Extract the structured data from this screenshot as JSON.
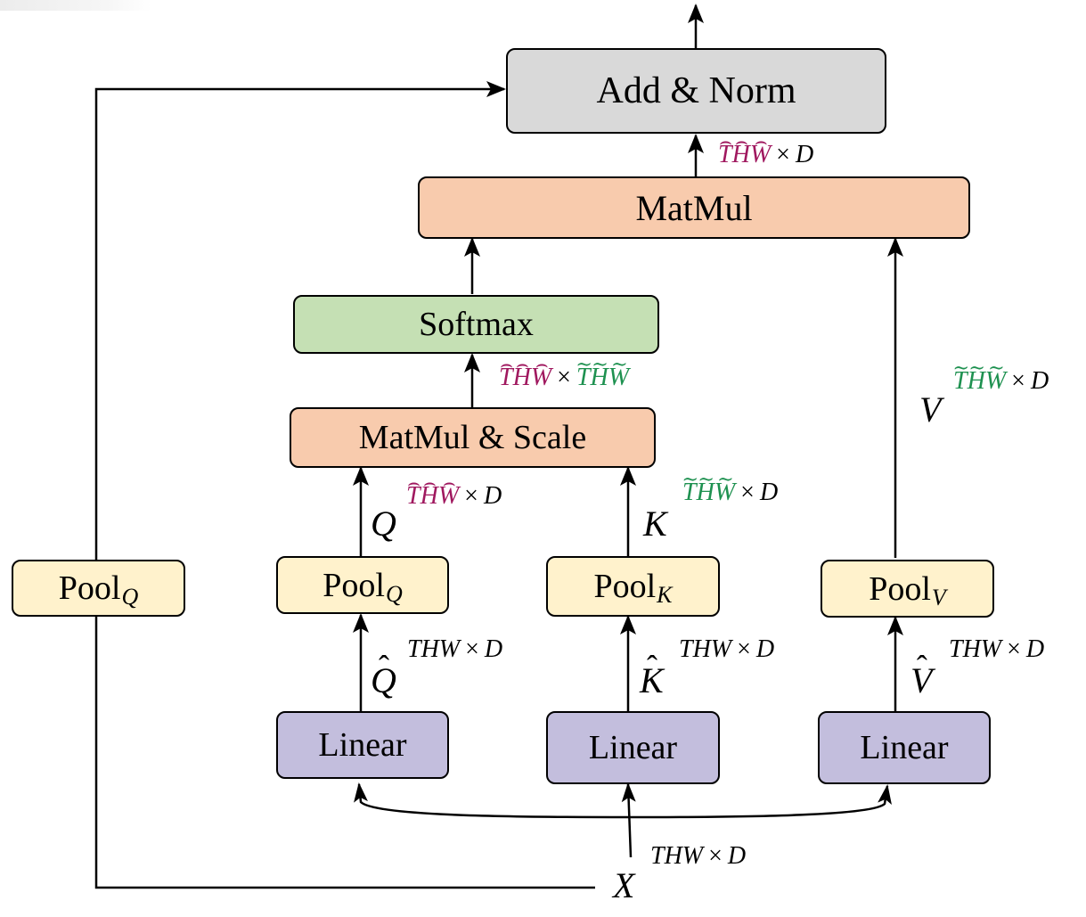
{
  "colors": {
    "add_norm": "#d9d9d9",
    "matmul": "#f8cbad",
    "softmax": "#c5e0b4",
    "pool": "#fff2cc",
    "linear": "#c3bedd",
    "pooled_q_dims": "#a0185f",
    "pooled_kv_dims": "#1e9150"
  },
  "boxes": {
    "add_norm": "Add & Norm",
    "matmul": "MatMul",
    "softmax": "Softmax",
    "matmul_scale": "MatMul & Scale",
    "pool_residual": {
      "base": "Pool",
      "sub": "Q"
    },
    "pool_q": {
      "base": "Pool",
      "sub": "Q"
    },
    "pool_k": {
      "base": "Pool",
      "sub": "K"
    },
    "pool_v": {
      "base": "Pool",
      "sub": "V"
    },
    "linear_q": "Linear",
    "linear_k": "Linear",
    "linear_v": "Linear"
  },
  "labels": {
    "output_dims": {
      "pooled": [
        "T",
        "H",
        "W"
      ],
      "times": "×",
      "rest": "D"
    },
    "attention_dims": {
      "left": [
        "T",
        "H",
        "W"
      ],
      "times": "×",
      "right": [
        "T",
        "H",
        "W"
      ]
    },
    "q": {
      "symbol": "Q",
      "dims": [
        "T",
        "H",
        "W"
      ],
      "times": "×",
      "rest": "D"
    },
    "k": {
      "symbol": "K",
      "dims": [
        "T",
        "H",
        "W"
      ],
      "times": "×",
      "rest": "D"
    },
    "v": {
      "symbol": "V",
      "dims": [
        "T",
        "H",
        "W"
      ],
      "times": "×",
      "rest": "D"
    },
    "q_hat": {
      "symbol": "Q",
      "dims": "THW",
      "times": "×",
      "rest": "D"
    },
    "k_hat": {
      "symbol": "K",
      "dims": "THW",
      "times": "×",
      "rest": "D"
    },
    "v_hat": {
      "symbol": "V",
      "dims": "THW",
      "times": "×",
      "rest": "D"
    },
    "x": {
      "symbol": "X",
      "dims": "THW",
      "times": "×",
      "rest": "D"
    }
  }
}
